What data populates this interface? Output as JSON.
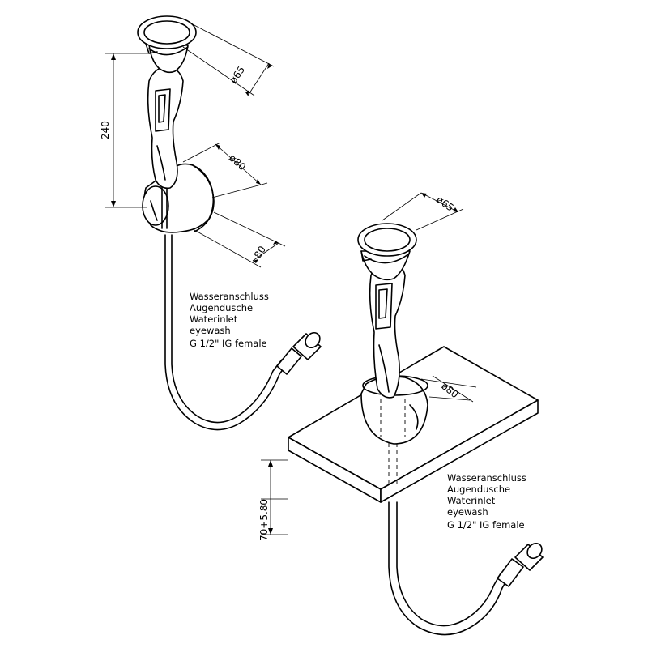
{
  "drawing_left": {
    "dim_cup_diameter": "ø65",
    "dim_height": "240",
    "dim_mount_diameter": "ø80",
    "dim_mount_depth": "80",
    "note_lines": [
      "Wasseranschluss",
      "Augendusche",
      "Waterinlet",
      "eyewash",
      "G 1/2\" IG female"
    ]
  },
  "drawing_right": {
    "dim_cup_diameter": "ø65",
    "dim_base_diameter": "ø80",
    "dim_plate_thickness": "70+5.80",
    "note_lines": [
      "Wasseranschluss",
      "Augendusche",
      "Waterinlet",
      "eyewash",
      "G 1/2\" IG female"
    ]
  }
}
